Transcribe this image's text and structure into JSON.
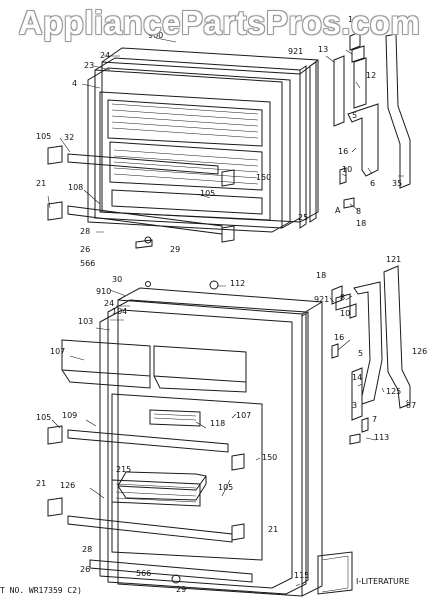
{
  "watermark": "AppliancePartsPros.com",
  "footer": "T NO. WR17359 C2)",
  "literature_label": "I-LITERATURE",
  "labels": [
    "900",
    "24",
    "23",
    "4",
    "105",
    "32",
    "21",
    "108",
    "26",
    "566",
    "28",
    "29",
    "105",
    "150",
    "25",
    "921",
    "13",
    "14",
    "12",
    "5",
    "16",
    "10",
    "8",
    "A",
    "18",
    "6",
    "35",
    "30",
    "910",
    "24",
    "104",
    "103",
    "107",
    "105",
    "109",
    "21",
    "126",
    "28",
    "26",
    "566",
    "29",
    "118",
    "107",
    "215",
    "105",
    "150",
    "112",
    "921",
    "18",
    "8",
    "10",
    "16",
    "5",
    "14",
    "3",
    "125",
    "7",
    "121",
    "126",
    "87",
    "113",
    "21",
    "115"
  ],
  "colors": {
    "line": "#1a1a1a",
    "watermark_outline": "#9a9a9a"
  }
}
